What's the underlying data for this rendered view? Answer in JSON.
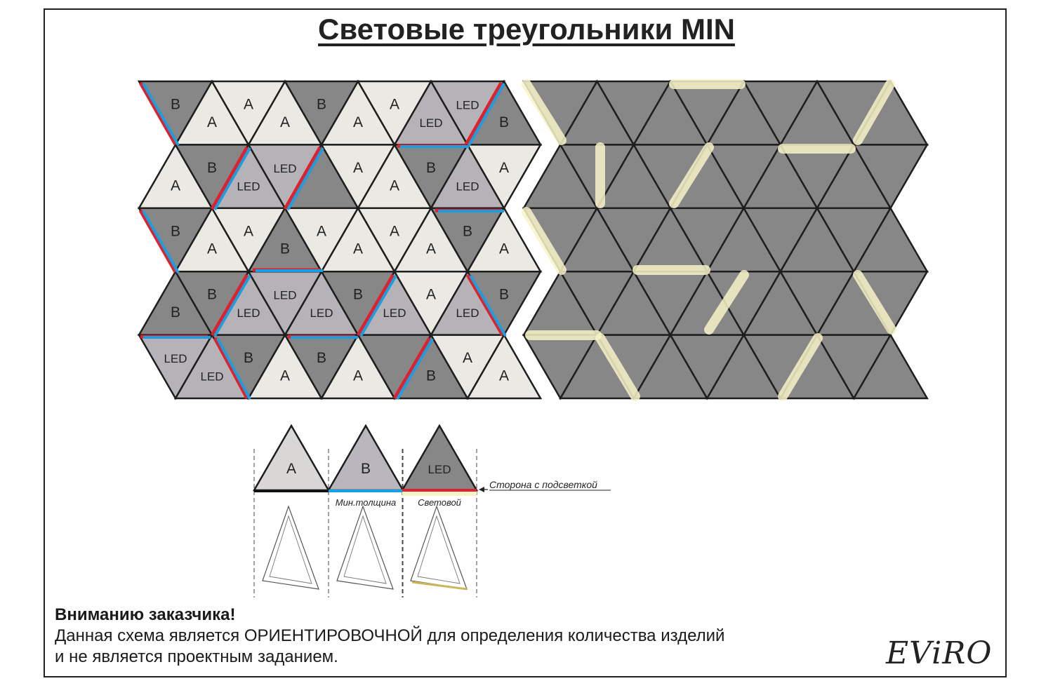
{
  "title": "Световые треугольники MIN",
  "mosaic": {
    "rows": [
      [
        "B",
        "A",
        "A",
        "A",
        "B",
        "A",
        "A",
        "LED",
        "LED",
        "B"
      ],
      [
        "A",
        "B",
        "LED",
        "LED",
        "",
        "A",
        "A",
        "B",
        "LED",
        "A"
      ],
      [
        "B",
        "A",
        "A",
        "B",
        "A",
        "A",
        "A",
        "A",
        "B",
        "A"
      ],
      [
        "B",
        "B",
        "LED",
        "LED",
        "LED",
        "B",
        "LED",
        "A",
        "LED",
        "B"
      ],
      [
        "LED",
        "LED",
        "B",
        "A",
        "B",
        "A",
        "",
        "B",
        "A",
        "A"
      ]
    ]
  },
  "legend": {
    "types": [
      {
        "label": "A",
        "caption": ""
      },
      {
        "label": "B",
        "caption": "Мин.толщина"
      },
      {
        "label": "LED",
        "caption": "Световой"
      }
    ],
    "lit_side_note": "Сторона с подсветкой"
  },
  "notice": {
    "heading": "Вниманию заказчика!",
    "line1": "Данная схема является ОРИЕНТИРОВОЧНОЙ для определения количества изделий",
    "line2": "и не является проектным заданием."
  },
  "logo": "EViRO",
  "colors": {
    "type_a": "#ebe9e4",
    "type_b": "#878787",
    "type_led": "#b5b2b8",
    "edge_red": "#e0202a",
    "edge_blue": "#1a9ee0",
    "glow": "#f7f3c8"
  }
}
